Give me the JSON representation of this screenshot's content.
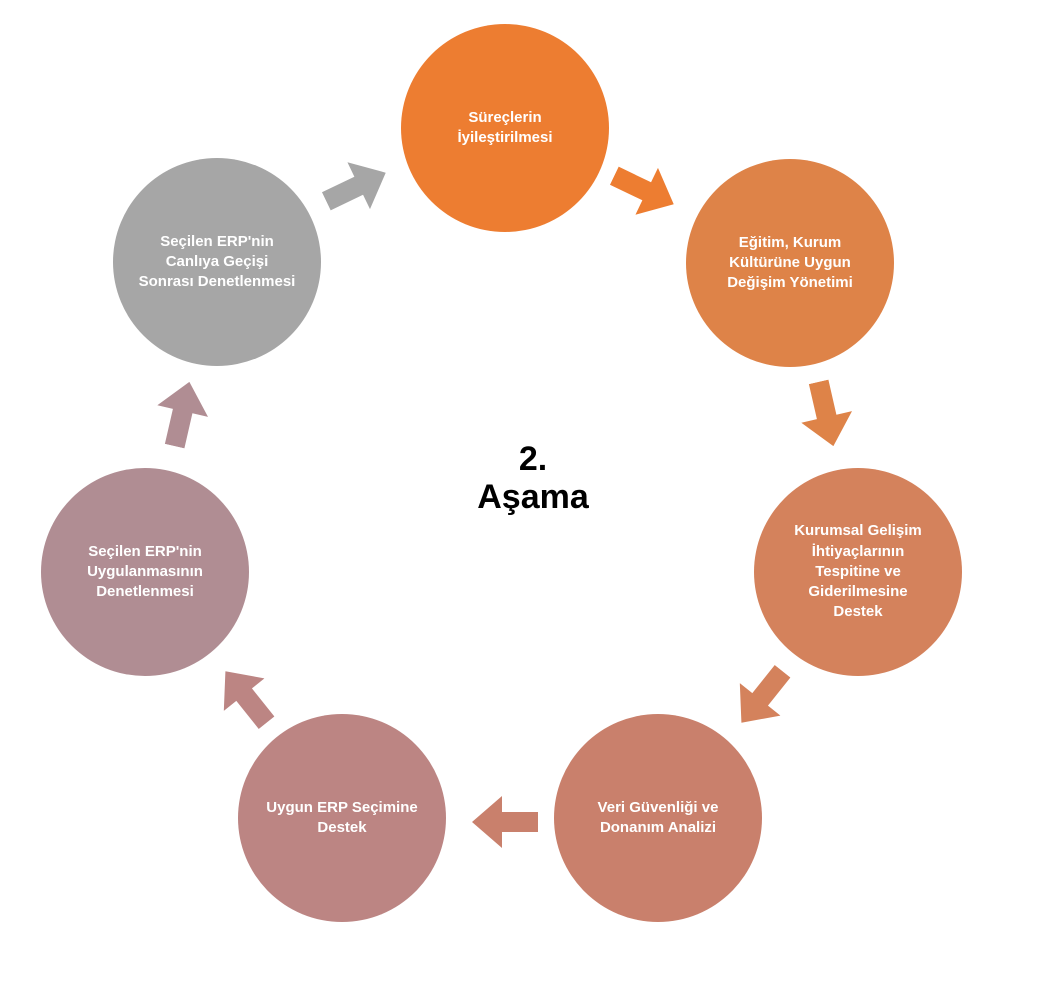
{
  "diagram": {
    "type": "cycle",
    "center_label": "2.\nAşama",
    "nodes": [
      {
        "label": "Süreçlerin İyileştirilmesi",
        "color": "#ED7D31"
      },
      {
        "label": "Eğitim, Kurum Kültürüne Uygun Değişim Yönetimi",
        "color": "#DE8348"
      },
      {
        "label": "Kurumsal Gelişim İhtiyaçlarının Tespitine ve Giderilmesine Destek",
        "color": "#D4825C"
      },
      {
        "label": "Veri Güvenliği ve Donanım Analizi",
        "color": "#C9806C"
      },
      {
        "label": "Uygun ERP Seçimine Destek",
        "color": "#BC8583"
      },
      {
        "label": "Seçilen ERP'nin Uygulanmasının Denetlenmesi",
        "color": "#B08D93"
      },
      {
        "label": "Seçilen ERP'nin Canlıya Geçişi Sonrası Denetlenmesi",
        "color": "#A6A6A6"
      }
    ],
    "arrow_colors": [
      "#ED7D31",
      "#DE8348",
      "#D4825C",
      "#C9806C",
      "#BC8583",
      "#B08D93",
      "#A6A6A6"
    ]
  }
}
